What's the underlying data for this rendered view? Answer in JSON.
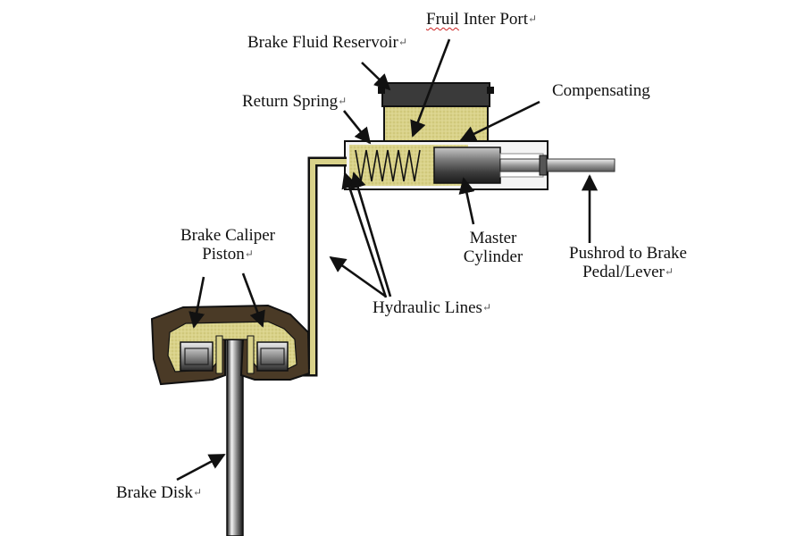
{
  "labels": {
    "fruil_inter_port": {
      "word1": "Fruil",
      "rest": " Inter Port"
    },
    "brake_fluid_reservoir": "Brake Fluid Reservoir",
    "return_spring": "Return Spring",
    "compensating": "Compensating",
    "brake_caliper_line1": "Brake Caliper",
    "brake_caliper_line2": "Piston",
    "master_line1": "Master",
    "master_line2": "Cylinder",
    "hydraulic_lines": "Hydraulic Lines",
    "pushrod_line1": "Pushrod to Brake",
    "pushrod_line2": "Pedal/Lever",
    "brake_disk": "Brake Disk",
    "paragraph_mark": "↵"
  },
  "colors": {
    "fluid": "#d9d28a",
    "reservoir_cap": "#3a3a3a",
    "caliper_body": "#4a3a26",
    "metal_dark": "#2b2b2b",
    "metal_light": "#e8e8e8",
    "outline": "#111111"
  }
}
